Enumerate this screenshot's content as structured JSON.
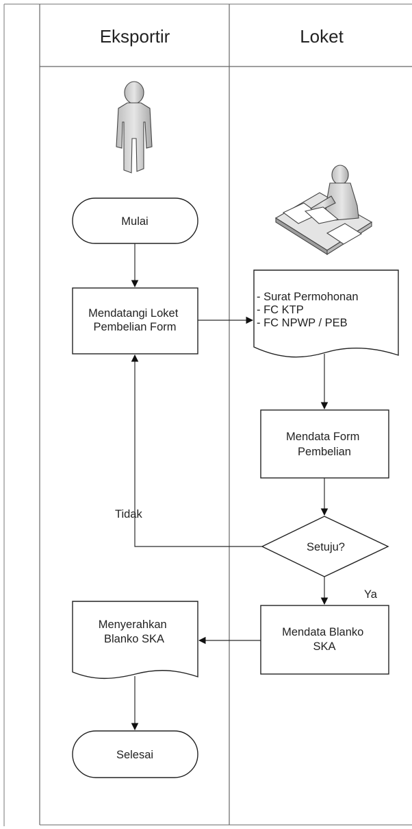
{
  "lanes": {
    "exporter": "Eksportir",
    "counter": "Loket"
  },
  "nodes": {
    "start": "Mulai",
    "visit_counter": [
      "Mendatangi Loket",
      "Pembelian Form"
    ],
    "documents": [
      "- Surat Permohonan",
      "- FC KTP",
      "- FC NPWP / PEB"
    ],
    "record_form": [
      "Mendata Form",
      "Pembelian"
    ],
    "decision": "Setuju?",
    "record_blank": [
      "Mendata Blanko",
      "SKA"
    ],
    "hand_over": [
      "Menyerahkan",
      "Blanko SKA"
    ],
    "end": "Selesai"
  },
  "labels": {
    "no": "Tidak",
    "yes": "Ya"
  },
  "icons": {
    "person": "person-icon",
    "clerk": "clerk-at-desk-icon"
  },
  "colors": {
    "line": "#2a2a2a",
    "frame": "#8d8d8d",
    "figure": "#c9c9c9"
  }
}
